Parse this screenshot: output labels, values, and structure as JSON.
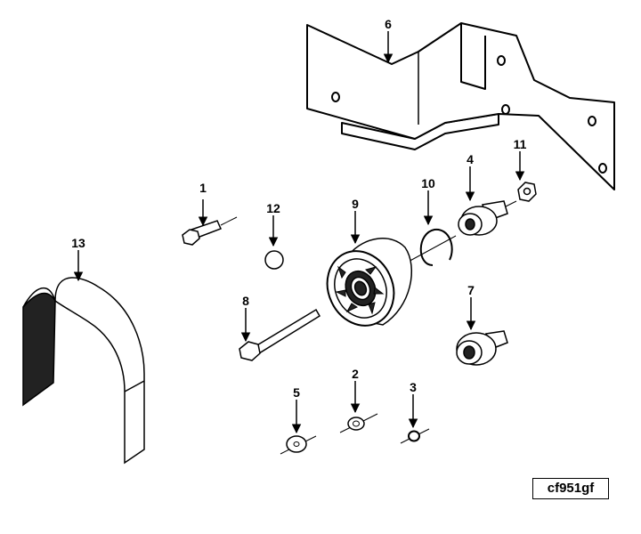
{
  "callouts": {
    "c1": "1",
    "c2": "2",
    "c3": "3",
    "c4": "4",
    "c5": "5",
    "c6": "6",
    "c7": "7",
    "c8": "8",
    "c9": "9",
    "c10": "10",
    "c11": "11",
    "c12": "12",
    "c13": "13"
  },
  "figure_id": "cf951gf"
}
